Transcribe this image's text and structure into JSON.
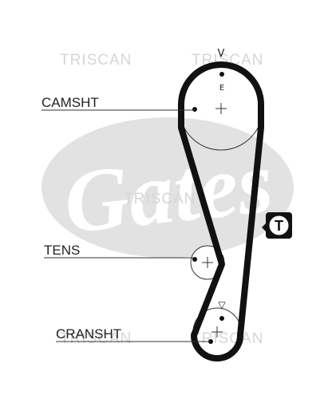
{
  "watermark": {
    "text": "TRISCAN",
    "logo_text": "Gates"
  },
  "labels": {
    "camshaft": "CAMSHT",
    "tensioner": "TENS",
    "crankshaft": "CRANSHT"
  },
  "marks": {
    "top_arrow": "V",
    "cam_letter": "E",
    "crank_triangle": "▽",
    "tensioner_badge": "T"
  },
  "colors": {
    "belt": "#111111",
    "watermark_logo": "#e2e2e2",
    "watermark_text": "#d6d6d6",
    "badge_bg": "#111111",
    "badge_fg": "#ffffff"
  }
}
